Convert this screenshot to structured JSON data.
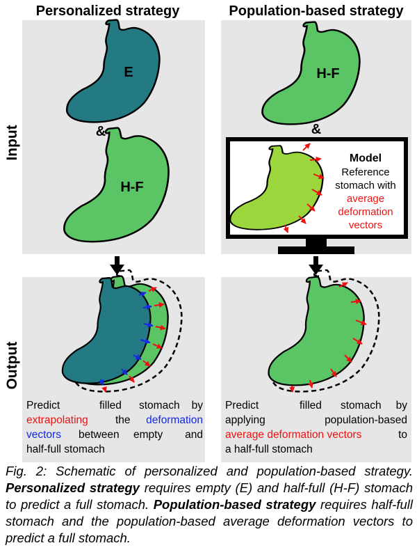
{
  "headings": {
    "left": "Personalized strategy",
    "right": "Population-based strategy"
  },
  "row_labels": {
    "input": "Input",
    "output": "Output"
  },
  "stomach_labels": {
    "empty": "E",
    "half_full_left": "H-F",
    "half_full_right": "H-F",
    "amp_left": "&",
    "amp_right": "&"
  },
  "model": {
    "title": "Model",
    "line1": "Reference",
    "line2": "stomach with",
    "line3": "average",
    "line4": "deformation",
    "line5": "vectors"
  },
  "output_text": {
    "left": {
      "line1_a": "Predict",
      "line1_b": "filled",
      "line1_c": "stomach",
      "line1_d": "by",
      "line2_red": "extrapolating",
      "line2_the": "the",
      "line2_blue": "deformation",
      "line3_blue": "vectors",
      "line3_rest_a": "between",
      "line3_rest_b": "empty",
      "line3_rest_c": "and",
      "line4": "half-full stomach"
    },
    "right": {
      "line1_a": "Predict",
      "line1_b": "filled",
      "line1_c": "stomach",
      "line1_d": "by",
      "line2_a": "applying",
      "line2_b": "population-based",
      "line3_red": "average deformation vectors",
      "line3_rest": "to",
      "line4": "a half-full stomach"
    }
  },
  "caption": {
    "p1": "Fig. 2: Schematic of personalized and population-based strategy. ",
    "b1": "Personalized strategy",
    "p2": " requires empty (E) and half-full (H-F) stomach to predict a full stomach. ",
    "b2": "Population-based strategy",
    "p3": " requires half-full stomach and the population-based average deformation vectors to predict a full stomach."
  },
  "colors": {
    "panel_bg": "#e6e6e6",
    "empty_stomach": "#237a82",
    "half_full_stomach": "#5bc465",
    "model_stomach": "#9bd63d",
    "red": "#ee1111",
    "blue": "#1428e6"
  }
}
